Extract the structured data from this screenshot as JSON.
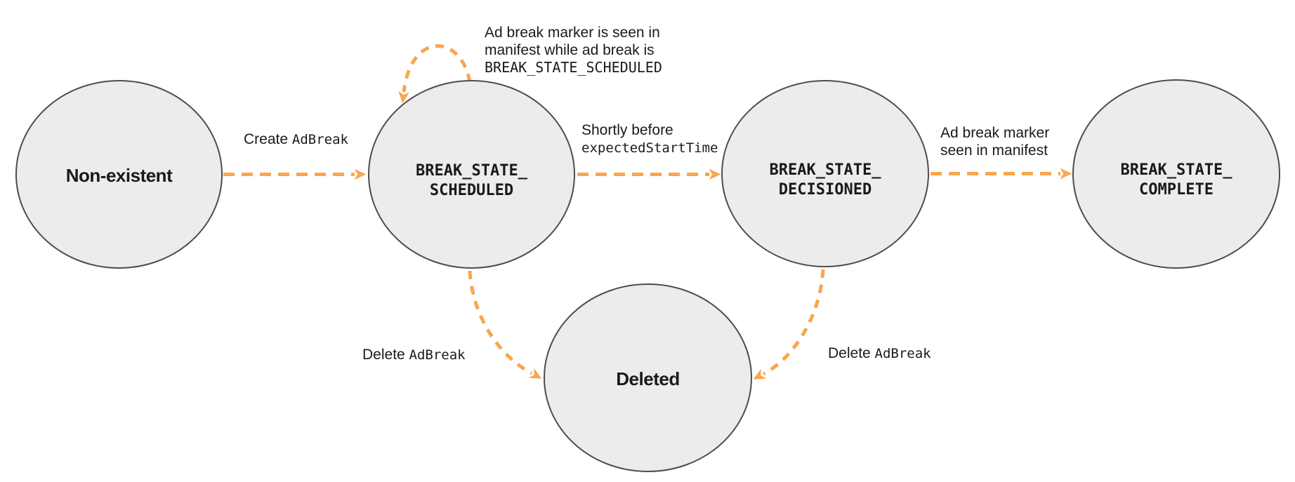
{
  "diagram": {
    "colors": {
      "arrow": "#F9A64D",
      "node_fill": "#ECECEC",
      "node_stroke": "#4D4D4D",
      "text": "#1A1A1A"
    },
    "nodes": {
      "non_existent": {
        "label": "Non-existent"
      },
      "scheduled": {
        "label_line1": "BREAK_STATE_",
        "label_line2": "SCHEDULED"
      },
      "decisioned": {
        "label_line1": "BREAK_STATE_",
        "label_line2": "DECISIONED"
      },
      "complete": {
        "label_line1": "BREAK_STATE_",
        "label_line2": "COMPLETE"
      },
      "deleted": {
        "label": "Deleted"
      }
    },
    "edges": {
      "create": {
        "text": "Create ",
        "code": "AdBreak"
      },
      "self_loop": {
        "line1": "Ad break marker is seen in",
        "line2": "manifest while ad break is",
        "line3": "BREAK_STATE_SCHEDULED"
      },
      "shortly_before": {
        "line1": "Shortly before",
        "line2_code": "expectedStartTime"
      },
      "marker_seen": {
        "line1": "Ad break marker",
        "line2": "seen in manifest"
      },
      "delete_left": {
        "text": "Delete ",
        "code": "AdBreak"
      },
      "delete_right": {
        "text": "Delete ",
        "code": "AdBreak"
      }
    }
  }
}
